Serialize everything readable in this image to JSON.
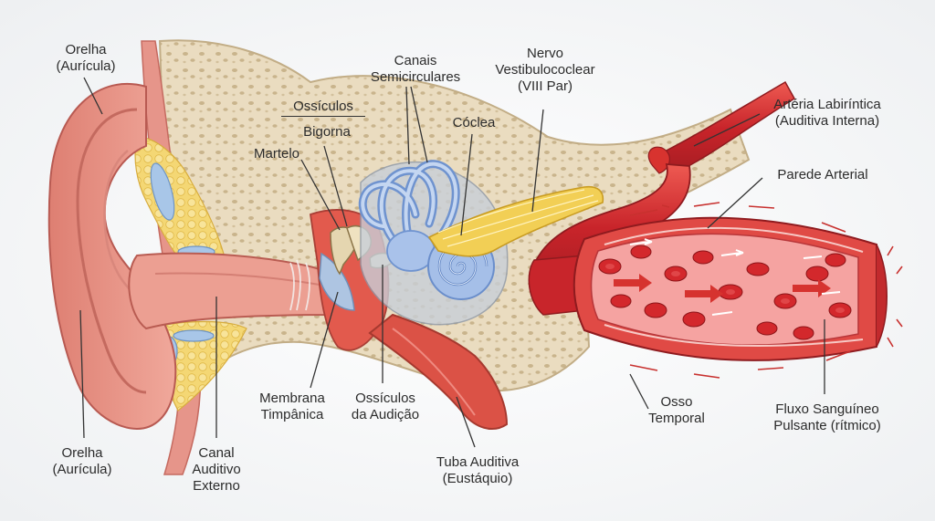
{
  "labels": {
    "auricle_top": {
      "line1": "Orelha",
      "line2": "(Aurícula)"
    },
    "auricle_bottom": {
      "line1": "Orelha",
      "line2": "(Aurícula)"
    },
    "ossicles_header": "Ossículos",
    "incus": "Bigorna",
    "malleus": "Martelo",
    "semicircular_canals": {
      "line1": "Canais",
      "line2": "Semicirculares"
    },
    "cochlea": "Cóclea",
    "vestibulocochlear_nerve": {
      "line1": "Nervo",
      "line2": "Vestibulococlear",
      "line3": "(VIII Par)"
    },
    "labyrinthine_artery": {
      "line1": "Artéria Labiríntica",
      "line2": "(Auditiva Interna)"
    },
    "arterial_wall": "Parede Arterial",
    "tympanic_membrane": {
      "line1": "Membrana",
      "line2": "Timpânica"
    },
    "hearing_ossicles": {
      "line1": "Ossículos",
      "line2": "da Audição"
    },
    "external_canal": {
      "line1": "Canal",
      "line2": "Auditivo",
      "line3": "Externo"
    },
    "eustachian_tube": {
      "line1": "Tuba Auditiva",
      "line2": "(Eustáquio)"
    },
    "temporal_bone": {
      "line1": "Osso",
      "line2": "Temporal"
    },
    "pulsatile_flow": {
      "line1": "Fluxo Sanguíneo",
      "line2": "Pulsante (rítmico)"
    }
  },
  "colors": {
    "skin": "#e99486",
    "skin_dark": "#c9645a",
    "fat": "#f3d36a",
    "bone": "#ede1c8",
    "nerve": "#f2cf55",
    "labyrinth": "#9fbbe8",
    "artery": "#d92f2f",
    "lumen": "#f6a6a6",
    "rbc": "#d3282c"
  }
}
